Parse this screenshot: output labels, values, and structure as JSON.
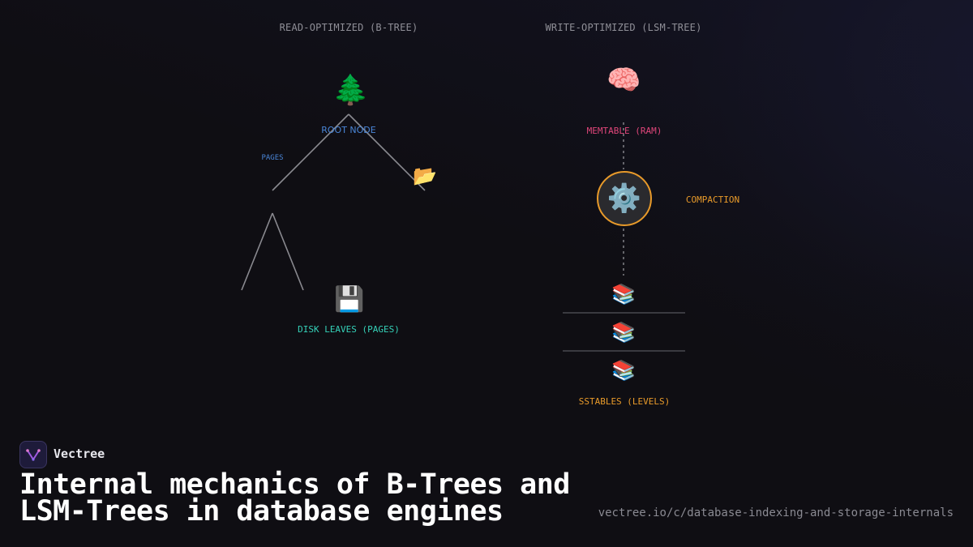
{
  "btree": {
    "heading": "READ-OPTIMIZED (B-TREE)",
    "root_label": "ROOT NODE",
    "pages_label": "PAGES",
    "leaves_label": "DISK LEAVES (PAGES)",
    "icons": {
      "root": "🌲",
      "folder": "📂",
      "disk": "💾"
    }
  },
  "lsm": {
    "heading": "WRITE-OPTIMIZED (LSM-TREE)",
    "memtable_label": "MEMTABLE (RAM)",
    "compaction_label": "COMPACTION",
    "sstables_label": "SSTABLES (LEVELS)",
    "icons": {
      "memtable": "🧠",
      "compaction": "⚙️",
      "sstable": "📚"
    },
    "sstable_levels": 3
  },
  "colors": {
    "root_label": "#4a86d8",
    "pages_label": "#4a86d8",
    "leaves_label": "#35d1b8",
    "memtable_label": "#e0467a",
    "compaction": "#e89a2a",
    "sstables_label": "#e89a2a"
  },
  "footer": {
    "brand": "Vectree",
    "title": "Internal mechanics of B-Trees and LSM-Trees in database engines",
    "url": "vectree.io/c/database-indexing-and-storage-internals"
  }
}
